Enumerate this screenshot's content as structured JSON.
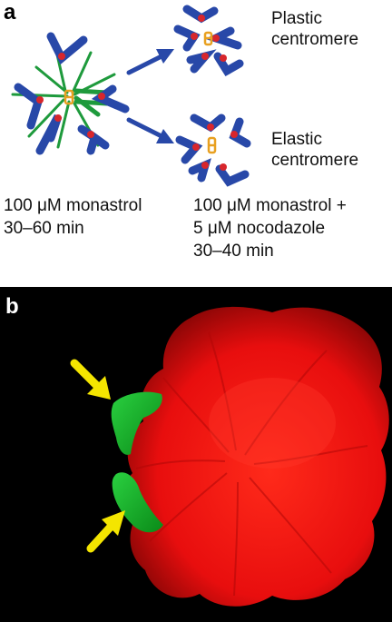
{
  "panel_a": {
    "letter": "a",
    "plastic_label": [
      "Plastic",
      "centromere"
    ],
    "elastic_label": [
      "Elastic",
      "centromere"
    ],
    "condition_left": [
      "100 μM monastrol",
      "30–60 min"
    ],
    "condition_right": [
      "100 μM monastrol +",
      "5 μM nocodazole",
      "30–40 min"
    ]
  },
  "panel_b": {
    "letter": "b"
  },
  "colors": {
    "kinetochore_blue": "#2848a8",
    "spindle_green": "#1e9a3c",
    "centromere_red": "#d8262c",
    "centromere_orange": "#e8a020",
    "arrow_yellow": "#f4e500",
    "surface_red": "#e81010",
    "surface_green": "#10b818"
  }
}
